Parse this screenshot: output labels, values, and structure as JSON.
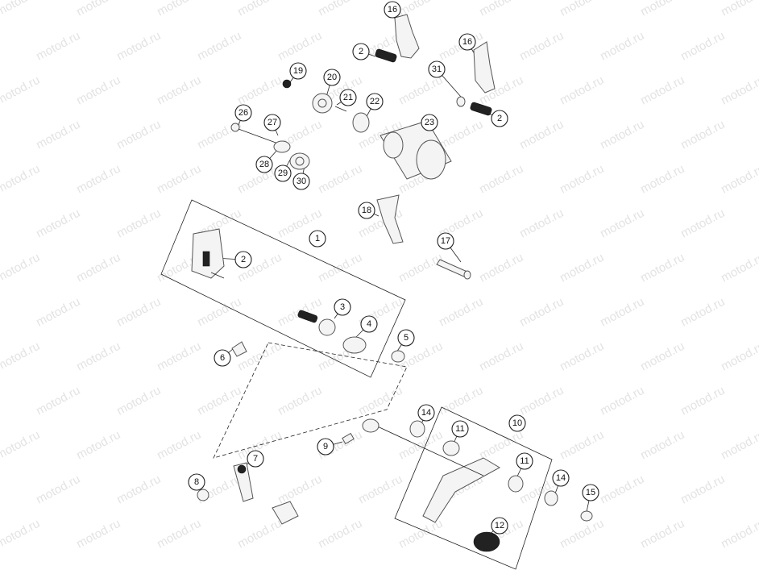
{
  "watermark": {
    "text": "motod.ru"
  },
  "callouts": [
    {
      "id": "c16a",
      "label": "16"
    },
    {
      "id": "c16b",
      "label": "16"
    },
    {
      "id": "c2a",
      "label": "2"
    },
    {
      "id": "c2b",
      "label": "2"
    },
    {
      "id": "c2c",
      "label": "2"
    },
    {
      "id": "c19",
      "label": "19"
    },
    {
      "id": "c20",
      "label": "20"
    },
    {
      "id": "c21",
      "label": "21"
    },
    {
      "id": "c22",
      "label": "22"
    },
    {
      "id": "c23",
      "label": "23"
    },
    {
      "id": "c31",
      "label": "31"
    },
    {
      "id": "c26",
      "label": "26"
    },
    {
      "id": "c27",
      "label": "27"
    },
    {
      "id": "c28",
      "label": "28"
    },
    {
      "id": "c29",
      "label": "29"
    },
    {
      "id": "c30",
      "label": "30"
    },
    {
      "id": "c18",
      "label": "18"
    },
    {
      "id": "c17",
      "label": "17"
    },
    {
      "id": "c1",
      "label": "1"
    },
    {
      "id": "c3",
      "label": "3"
    },
    {
      "id": "c4",
      "label": "4"
    },
    {
      "id": "c5",
      "label": "5"
    },
    {
      "id": "c6",
      "label": "6"
    },
    {
      "id": "c7",
      "label": "7"
    },
    {
      "id": "c8",
      "label": "8"
    },
    {
      "id": "c9",
      "label": "9"
    },
    {
      "id": "c10",
      "label": "10"
    },
    {
      "id": "c11a",
      "label": "11"
    },
    {
      "id": "c11b",
      "label": "11"
    },
    {
      "id": "c12",
      "label": "12"
    },
    {
      "id": "c14a",
      "label": "14"
    },
    {
      "id": "c14b",
      "label": "14"
    },
    {
      "id": "c15",
      "label": "15"
    }
  ]
}
